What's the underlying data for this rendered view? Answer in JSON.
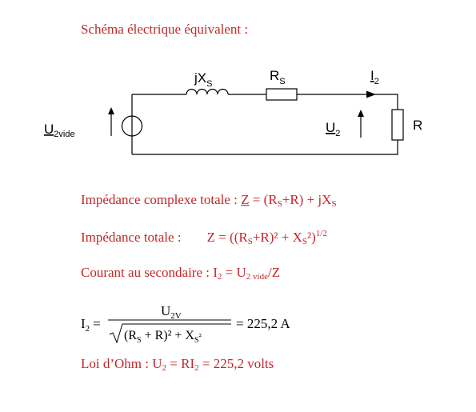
{
  "title": "Schéma électrique équivalent :",
  "circuit": {
    "source_label": "U",
    "source_sub": "2vide",
    "inductor_label": "jX",
    "inductor_sub": "S",
    "resistor_s_label": "R",
    "resistor_s_sub": "S",
    "current_label": "I",
    "current_sub": "2",
    "voltage_label": "U",
    "voltage_sub": "2",
    "load_label": "R"
  },
  "line1": {
    "label": "Impédance complexe totale : ",
    "z": "Z",
    "eq": " = (R",
    "s1": "S",
    "mid": "+R) + jX",
    "s2": "S"
  },
  "line2": {
    "label": "Impédance totale :",
    "z": "Z = ((R",
    "s1": "S",
    "mid": "+R)² + X",
    "s2": "S",
    "end": "²)",
    "exp": "1/2"
  },
  "line3": {
    "label": "Courant au secondaire : ",
    "i": "I",
    "i_sub": "2",
    "eq": " = U",
    "u_sub": "2 vide",
    "end": "/Z"
  },
  "formula": {
    "lhs": "I",
    "lhs_sub": "2",
    "num": "U",
    "num_sub": "2V",
    "den_a": "(R",
    "den_a_sub": "S",
    "den_b": " + R)² + X",
    "den_b_sub": "S",
    "den_c": "²",
    "result": "= 225,2 A"
  },
  "line4": {
    "label": "Loi d’Ohm : U",
    "u_sub": "2",
    "eq": " = RI",
    "i_sub": "2",
    "result": " = 225,2 volts"
  }
}
